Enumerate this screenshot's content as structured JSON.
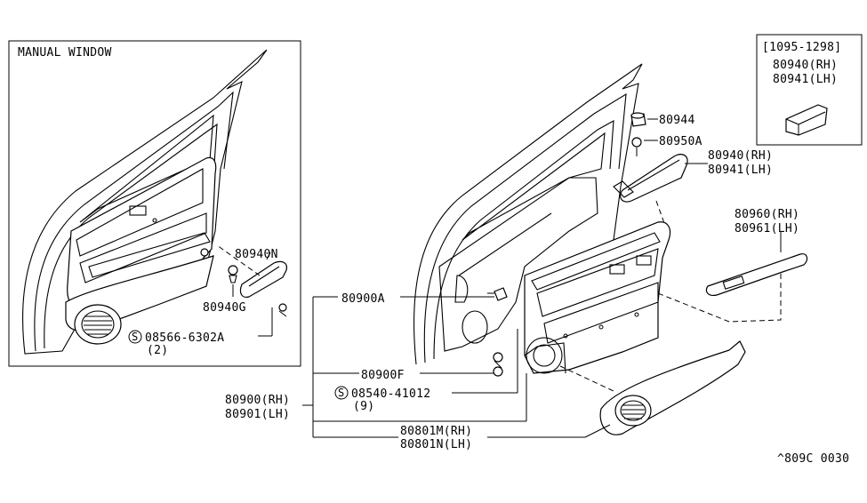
{
  "inset_left": {
    "title": "MANUAL WINDOW"
  },
  "inset_right": {
    "date_range": "[1095-1298]",
    "part_rh": "80940(RH)",
    "part_lh": "80941(LH)"
  },
  "left_labels": {
    "handle": "80940N",
    "clip": "80940G",
    "screw_code": "08566-6302A",
    "screw_qty": "(2)"
  },
  "main_labels": {
    "cap": "80944",
    "clip_top": "80950A",
    "pull_rh": "80940(RH)",
    "pull_lh": "80941(LH)",
    "switch_rh": "80960(RH)",
    "switch_lh": "80961(LH)",
    "fastener_a": "80900A",
    "fastener_f": "80900F",
    "trim_rh": "80900(RH)",
    "trim_lh": "80901(LH)",
    "screw_code": "08540-41012",
    "screw_qty": "(9)",
    "pocket_rh": "80801M(RH)",
    "pocket_lh": "80801N(LH)"
  },
  "diagram_code": "^809C 0030"
}
